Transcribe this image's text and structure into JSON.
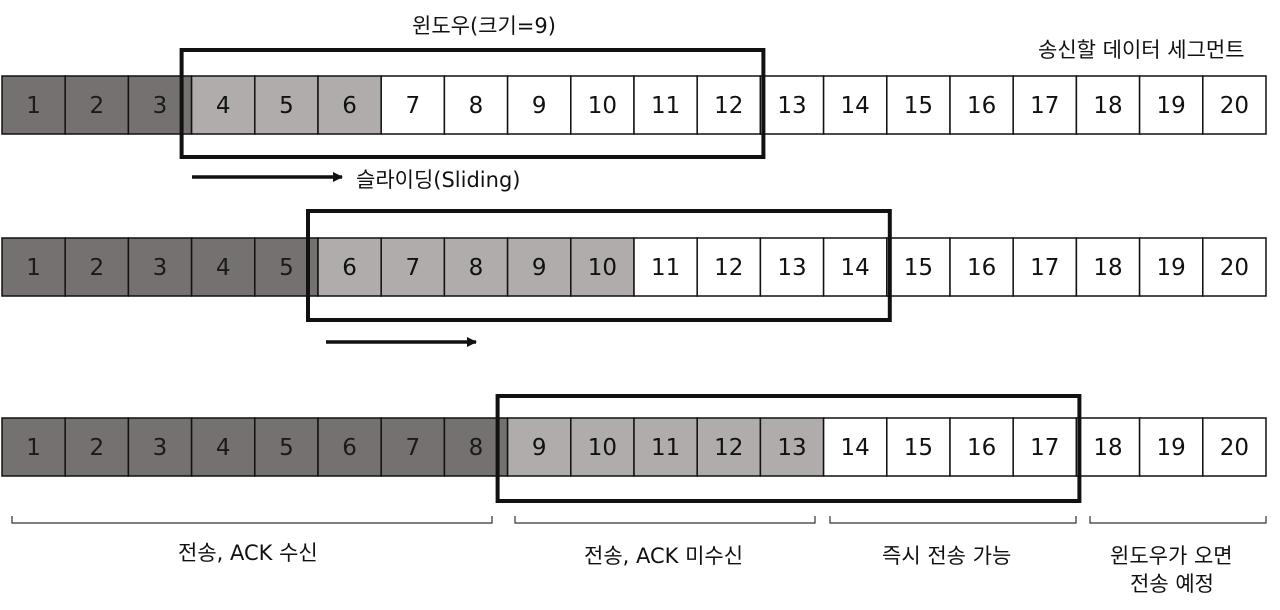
{
  "window_label": "윈도우(크기=9)",
  "segments_label": "송신할 데이터 세그먼트",
  "sliding_label": "슬라이딩(Sliding)",
  "colors": {
    "sent_acked": "#767171",
    "sent_unacked": "#b0acac",
    "unsent": "#ffffff",
    "border": "#111111"
  },
  "rows": [
    {
      "cells": [
        "1",
        "2",
        "3",
        "4",
        "5",
        "6",
        "7",
        "8",
        "9",
        "10",
        "11",
        "12",
        "13",
        "14",
        "15",
        "16",
        "17",
        "18",
        "19",
        "20"
      ],
      "acked_through": 3,
      "unacked_through": 6,
      "window_start": 4,
      "window_end": 12
    },
    {
      "cells": [
        "1",
        "2",
        "3",
        "4",
        "5",
        "6",
        "7",
        "8",
        "9",
        "10",
        "11",
        "12",
        "13",
        "14",
        "15",
        "16",
        "17",
        "18",
        "19",
        "20"
      ],
      "acked_through": 5,
      "unacked_through": 10,
      "window_start": 6,
      "window_end": 14
    },
    {
      "cells": [
        "1",
        "2",
        "3",
        "4",
        "5",
        "6",
        "7",
        "8",
        "9",
        "10",
        "11",
        "12",
        "13",
        "14",
        "15",
        "16",
        "17",
        "18",
        "19",
        "20"
      ],
      "acked_through": 8,
      "unacked_through": 13,
      "window_start": 9,
      "window_end": 17
    }
  ],
  "legend": {
    "sent_acked": "전송, ACK 수신",
    "sent_unacked": "전송, ACK 미수신",
    "sendable": "즉시 전송 가능",
    "pending_1": "윈도우가 오면",
    "pending_2": "전송 예정"
  }
}
